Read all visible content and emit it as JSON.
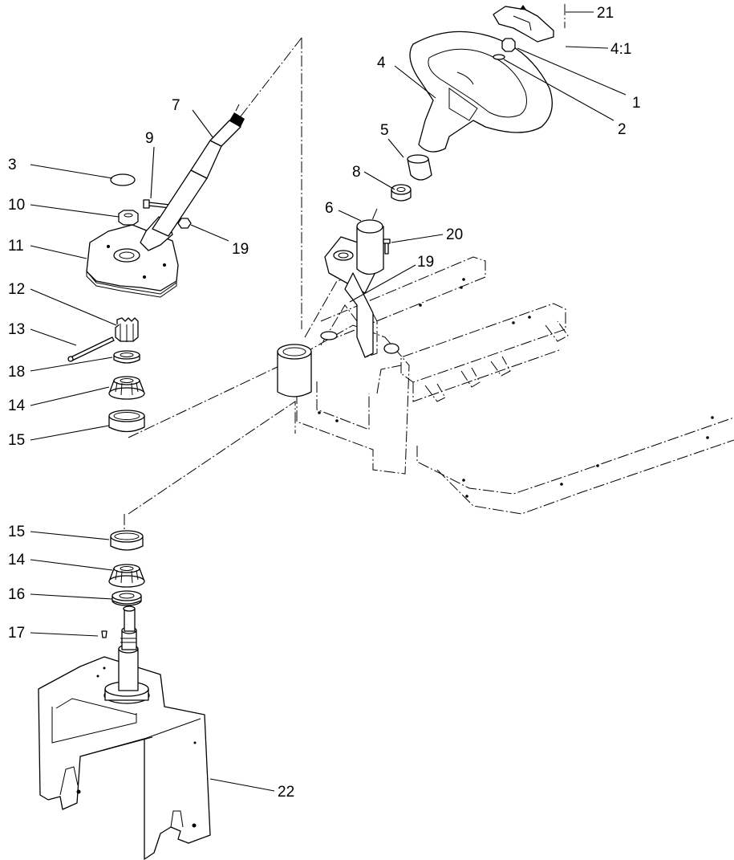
{
  "callouts": [
    {
      "id": "c21a",
      "text": "21"
    },
    {
      "id": "c41",
      "text": "4:1"
    },
    {
      "id": "c1",
      "text": "1"
    },
    {
      "id": "c4",
      "text": "4"
    },
    {
      "id": "c2",
      "text": "2"
    },
    {
      "id": "c7",
      "text": "7"
    },
    {
      "id": "c5",
      "text": "5"
    },
    {
      "id": "c9",
      "text": "9"
    },
    {
      "id": "c3",
      "text": "3"
    },
    {
      "id": "c8",
      "text": "8"
    },
    {
      "id": "c10",
      "text": "10"
    },
    {
      "id": "c6",
      "text": "6"
    },
    {
      "id": "c20",
      "text": "20"
    },
    {
      "id": "c19a",
      "text": "19"
    },
    {
      "id": "c11",
      "text": "11"
    },
    {
      "id": "c19b",
      "text": "19"
    },
    {
      "id": "c12",
      "text": "12"
    },
    {
      "id": "c13",
      "text": "13"
    },
    {
      "id": "c18",
      "text": "18"
    },
    {
      "id": "c14a",
      "text": "14"
    },
    {
      "id": "c15a",
      "text": "15"
    },
    {
      "id": "c15b",
      "text": "15"
    },
    {
      "id": "c14b",
      "text": "14"
    },
    {
      "id": "c16",
      "text": "16"
    },
    {
      "id": "c17",
      "text": "17"
    },
    {
      "id": "c22",
      "text": "22"
    }
  ]
}
